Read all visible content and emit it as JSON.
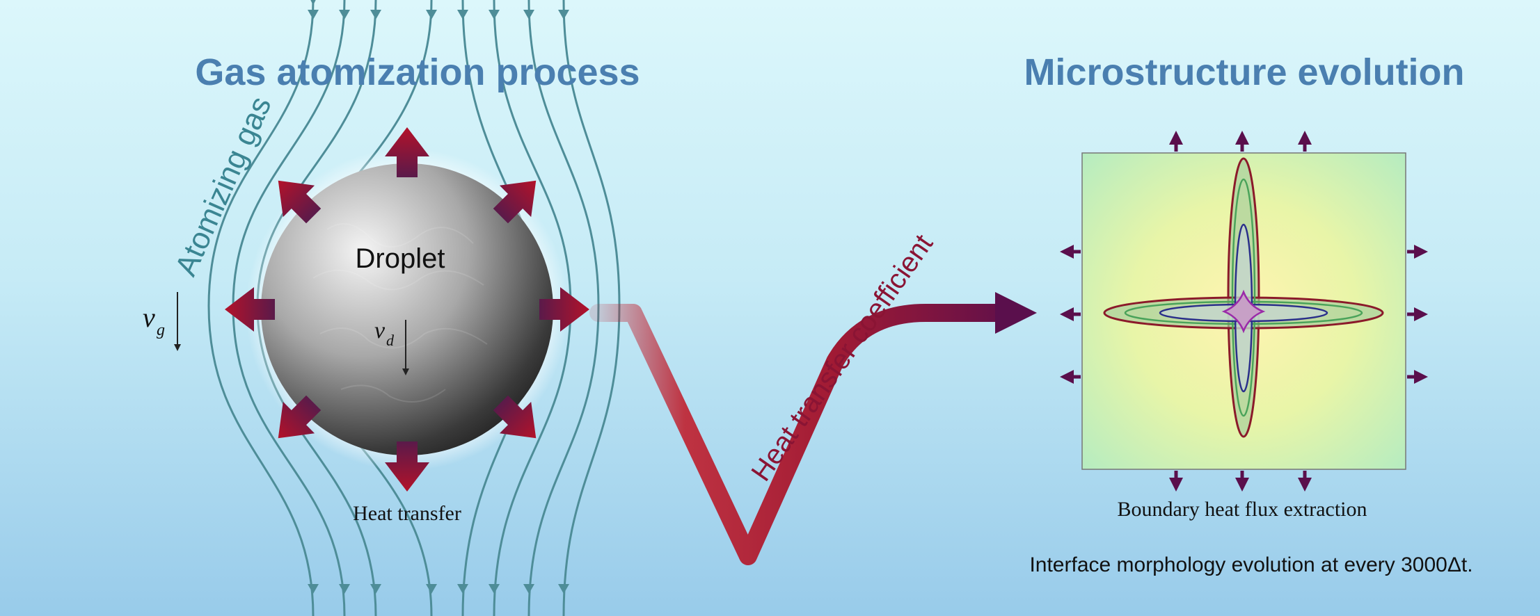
{
  "titles": {
    "left": "Gas atomization process",
    "right": "Microstructure evolution"
  },
  "labels": {
    "atomizing_gas": "Atomizing gas",
    "droplet": "Droplet",
    "v_gas": "v",
    "v_gas_sub": "g",
    "v_droplet": "v",
    "v_droplet_sub": "d",
    "heat_transfer": "Heat transfer",
    "heat_transfer_coefficient": "Heat transfer coefficient",
    "boundary_heat_flux": "Boundary heat flux extraction",
    "interface_morphology": "Interface morphology evolution at every 3000Δt."
  },
  "colors": {
    "title_blue": "#4a7fb0",
    "gas_line": "#4e8d98",
    "heat_arrow_red": "#b3122a",
    "heat_arrow_purple": "#5a1a4a",
    "boundary_arrow": "#5a0f4c"
  }
}
